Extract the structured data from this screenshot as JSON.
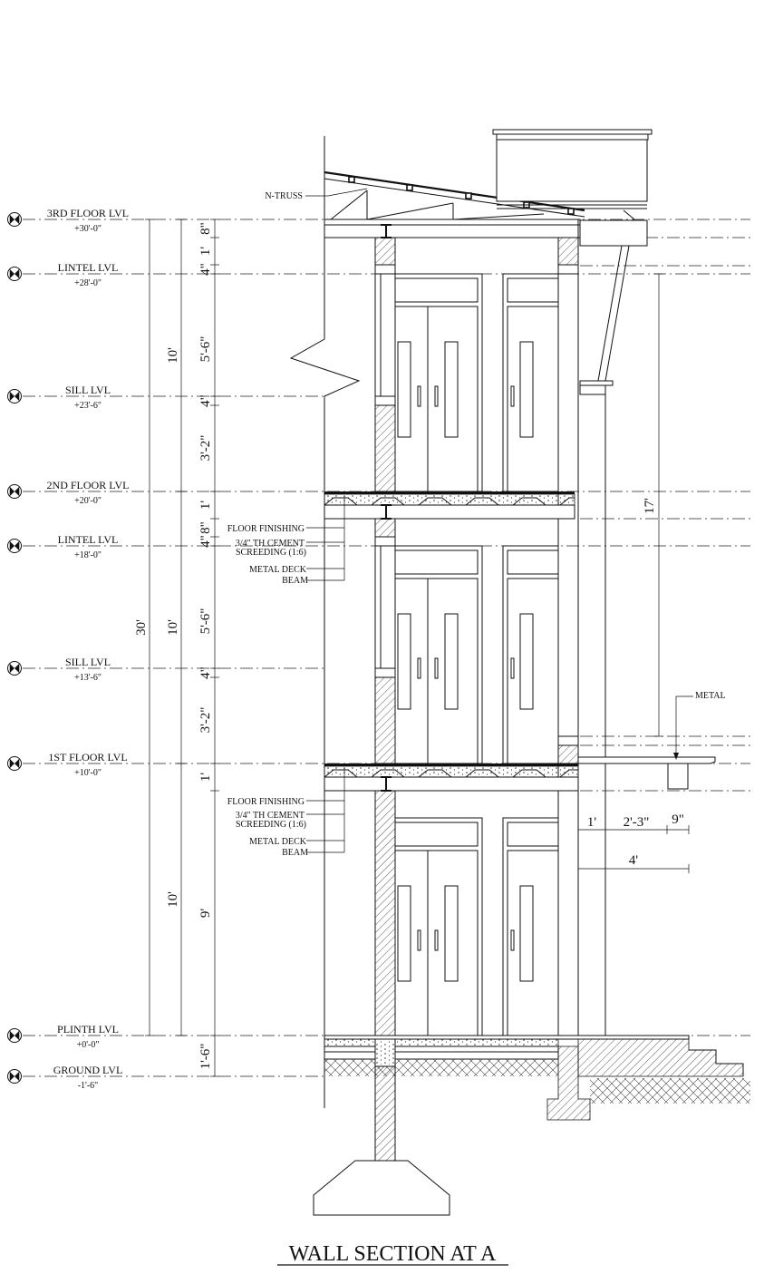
{
  "title": "WALL SECTION AT A",
  "levels": [
    {
      "name": "3RD FLOOR LVL",
      "elev": "+30'-0\""
    },
    {
      "name": "LINTEL LVL",
      "elev": "+28'-0\""
    },
    {
      "name": "SILL LVL",
      "elev": "+23'-6\""
    },
    {
      "name": "2ND FLOOR LVL",
      "elev": "+20'-0\""
    },
    {
      "name": "LINTEL LVL",
      "elev": "+18'-0\""
    },
    {
      "name": "SILL LVL",
      "elev": "+13'-6\""
    },
    {
      "name": "1ST FLOOR LVL",
      "elev": "+10'-0\""
    },
    {
      "name": "PLINTH LVL",
      "elev": "+0'-0\""
    },
    {
      "name": "GROUND LVL",
      "elev": "-1'-6\""
    }
  ],
  "dims": {
    "overall": "30'",
    "floor_heights": [
      "10'",
      "10'",
      "10'"
    ],
    "upper_chain": [
      "8\"",
      "1'",
      "4\"",
      "5'-6\"",
      "4\"",
      "3'-2\""
    ],
    "middle_chain": [
      "1'",
      "4\"",
      "8\"",
      "5'-6\"",
      "4\"",
      "3'-2\""
    ],
    "lower_chain": [
      "1'",
      "9'",
      "1'-6\""
    ],
    "right_height": "17'",
    "canopy": [
      "1'",
      "2'-3\"",
      "9\"",
      "4'"
    ]
  },
  "annotations": {
    "truss": "N-TRUSS",
    "metal": "METAL",
    "slab_layers_upper": [
      "FLOOR FINISHING",
      "3/4\" TH CEMENT",
      "SCREEDING (1:6)",
      "METAL DECK",
      "BEAM"
    ],
    "slab_layers_lower": [
      "FLOOR FINISHING",
      "3/4\" TH CEMENT",
      "SCREEDING (1:6)",
      "METAL DECK",
      "BEAM"
    ]
  }
}
